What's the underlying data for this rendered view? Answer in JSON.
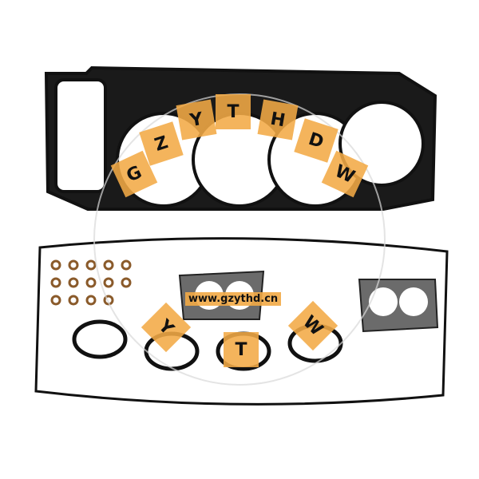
{
  "image": {
    "subject": "engine gasket set",
    "background": "#ffffff"
  },
  "watermark": {
    "arc_letters": [
      "G",
      "Z",
      "Y",
      "T",
      "H",
      "D",
      "W"
    ],
    "lower_letters": [
      "Y",
      "T",
      "W"
    ],
    "url": "www.gzythd.cn",
    "tile_color": "#f2aa46"
  }
}
